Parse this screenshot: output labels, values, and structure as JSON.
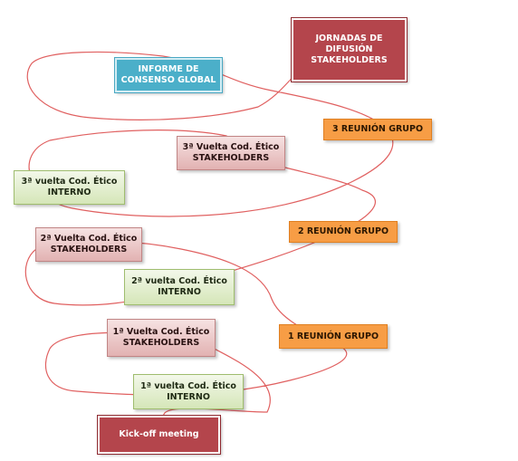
{
  "diagram": {
    "jornadas": "JORNADAS DE\nDIFUSIÓN\nSTAKEHOLDERS",
    "informe": "INFORME DE\nCONSENSO GLOBAL",
    "reunion3": "3 REUNIÓN GRUPO",
    "vuelta3_stake": "3ª Vuelta Cod. Ético\nSTAKEHOLDERS",
    "vuelta3_int": "3ª vuelta Cod. Ético\nINTERNO",
    "reunion2": "2 REUNIÓN GRUPO",
    "vuelta2_stake": "2ª Vuelta Cod. Ético\nSTAKEHOLDERS",
    "vuelta2_int": "2ª vuelta Cod. Ético\nINTERNO",
    "reunion1": "1 REUNIÓN GRUPO",
    "vuelta1_stake": "1ª Vuelta Cod. Ético\nSTAKEHOLDERS",
    "vuelta1_int": "1ª vuelta Cod. Ético\nINTERNO",
    "kickoff": "Kick-off meeting"
  },
  "colors": {
    "path": "#e06060",
    "green": "#d5e6b8",
    "pink": "#e2b2b2",
    "orange": "#f79d45",
    "blue": "#4bafc9",
    "darkred": "#b4454c"
  }
}
